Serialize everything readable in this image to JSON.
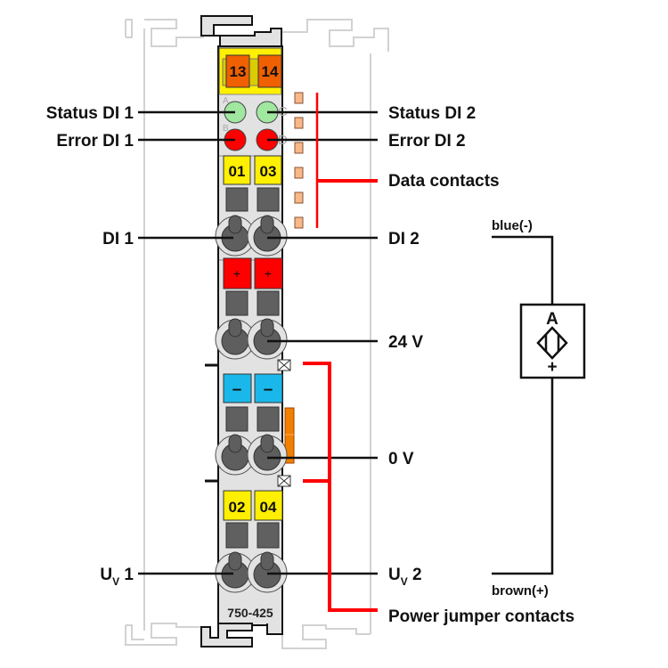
{
  "module": {
    "part_number": "750-425",
    "top_connectors": [
      "13",
      "14"
    ],
    "led_letters": [
      "A",
      "C",
      "B",
      "D"
    ],
    "row1_markers": [
      "01",
      "03"
    ],
    "plus_markers": [
      "+",
      "+"
    ],
    "minus_markers": [
      "–",
      "–"
    ],
    "row4_markers": [
      "02",
      "04"
    ]
  },
  "labels": {
    "left": {
      "status_di1": "Status DI 1",
      "error_di1": "Error DI 1",
      "di1": "DI 1",
      "uv1_main": "U",
      "uv1_sub": "V",
      "uv1_num": " 1"
    },
    "right": {
      "status_di2": "Status DI 2",
      "error_di2": "Error DI 2",
      "data_contacts": "Data contacts",
      "di2": "DI 2",
      "v24": "24 V",
      "v0": "0 V",
      "uv2_main": "U",
      "uv2_sub": "V",
      "uv2_num": " 2",
      "power_jumper": "Power jumper contacts"
    }
  },
  "sensor": {
    "wire_top": "blue(-)",
    "wire_bottom": "brown(+)",
    "symbol_letter": "A",
    "symbol_plus": "+"
  },
  "colors": {
    "housing": "#e2e2e2",
    "outline": "#111111",
    "rail": "#d4d4d4",
    "connector_orange": "#f06000",
    "yellow": "#ffef00",
    "led_green": "#a0e8a0",
    "led_red": "#ff0000",
    "plus_red": "#ff0000",
    "minus_blue": "#1ab8ea",
    "slot_gray": "#606060",
    "contact_peach": "#f7b98a",
    "jumper_orange": "#f08000",
    "callout_red": "#ff0000"
  }
}
